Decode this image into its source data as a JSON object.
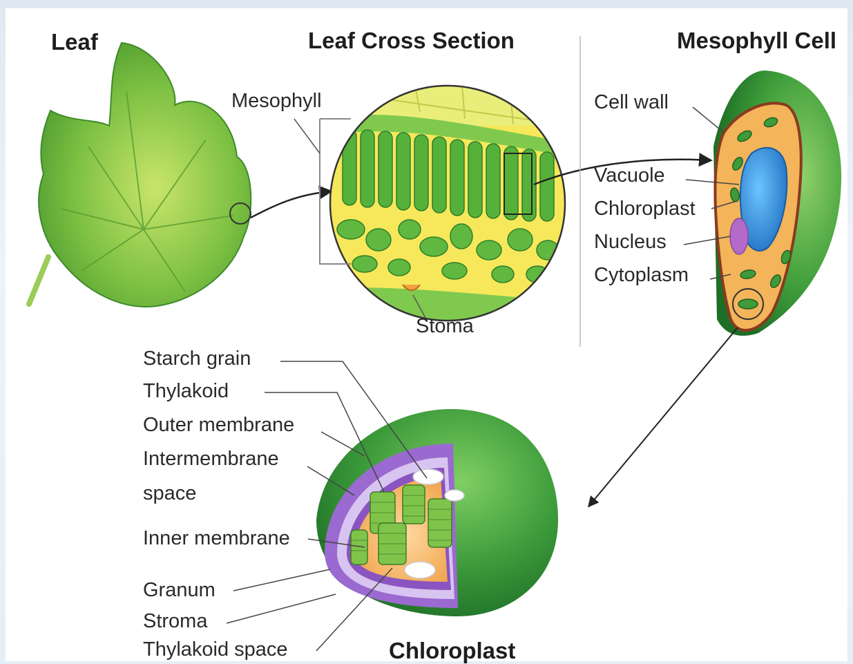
{
  "titles": {
    "leaf": "Leaf",
    "cross_section": "Leaf Cross Section",
    "mesophyll_cell": "Mesophyll Cell",
    "chloroplast": "Chloroplast"
  },
  "cross_section_labels": {
    "mesophyll": "Mesophyll",
    "stoma": "Stoma"
  },
  "cell_labels": {
    "cell_wall": "Cell wall",
    "vacuole": "Vacuole",
    "chloroplast": "Chloroplast",
    "nucleus": "Nucleus",
    "cytoplasm": "Cytoplasm"
  },
  "chloroplast_labels": {
    "starch_grain": "Starch grain",
    "thylakoid": "Thylakoid",
    "outer_membrane": "Outer membrane",
    "intermembrane": "Intermembrane",
    "space": "space",
    "inner_membrane": "Inner membrane",
    "granum": "Granum",
    "stroma": "Stroma",
    "thylakoid_space": "Thylakoid space"
  },
  "colors": {
    "leaf_green": "#7cc042",
    "dark_green": "#2f8a36",
    "cytoplasm": "#f3b45a",
    "vacuole": "#2f8fd8",
    "nucleus": "#b36ac9",
    "membrane_purple": "#9a6ad0"
  }
}
